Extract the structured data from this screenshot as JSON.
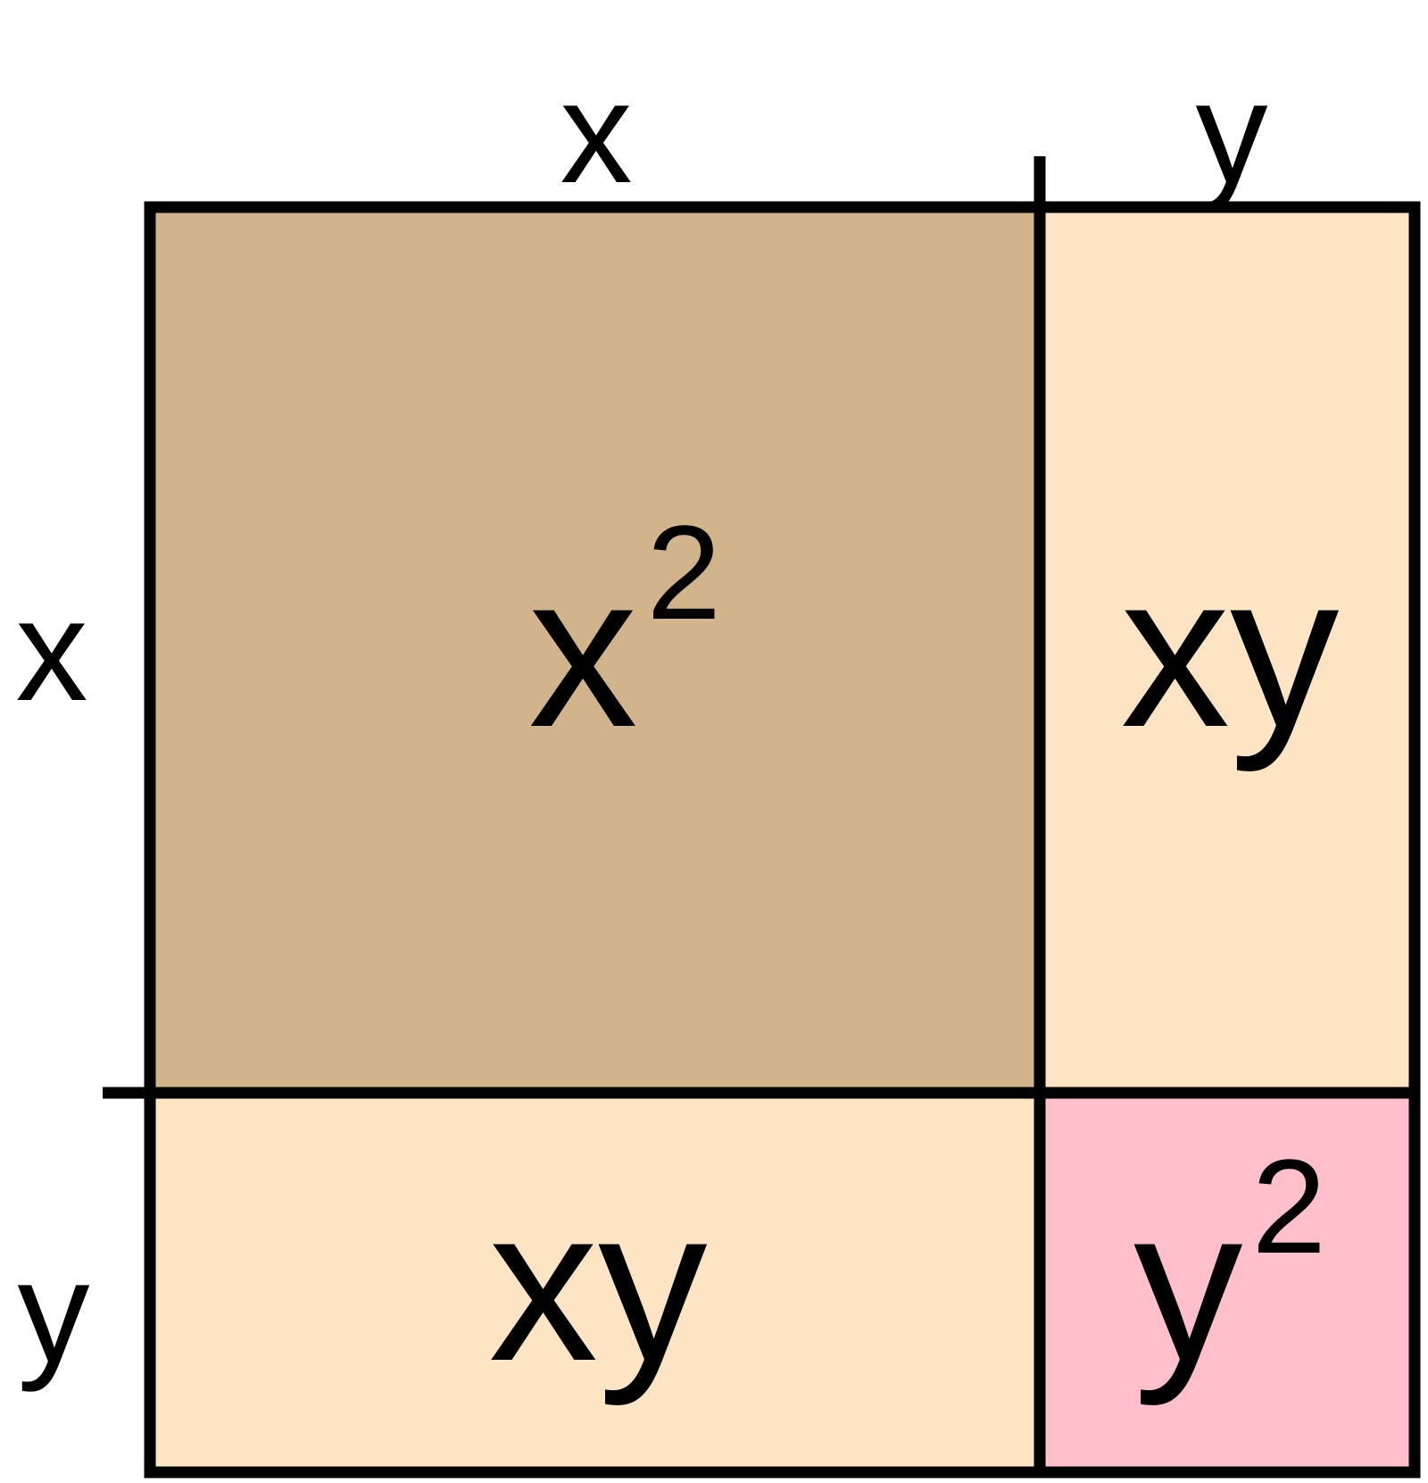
{
  "colors": {
    "x_squared_fill": "#D2B48C",
    "xy_fill": "#FDE4C5",
    "y_squared_fill": "#FFBFCB",
    "line": "#000000",
    "text": "#000000"
  },
  "labels": {
    "top_x": "x",
    "top_y": "y",
    "left_x": "x",
    "left_y": "y"
  },
  "cells": {
    "x_squared": {
      "base": "x",
      "exponent": "2"
    },
    "xy_right": {
      "text": "xy"
    },
    "xy_bottom": {
      "text": "xy"
    },
    "y_squared": {
      "base": "y",
      "exponent": "2"
    }
  }
}
